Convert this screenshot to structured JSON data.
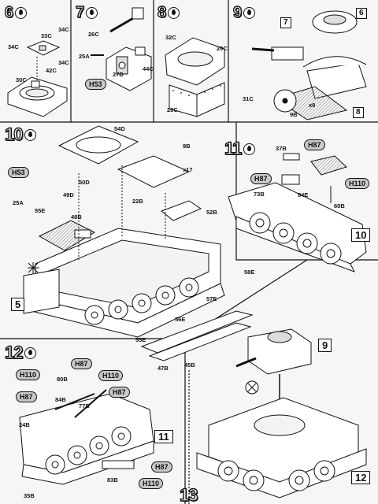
{
  "steps": [
    {
      "number": "6"
    },
    {
      "number": "7"
    },
    {
      "number": "8"
    },
    {
      "number": "9"
    },
    {
      "number": "10"
    },
    {
      "number": "11"
    },
    {
      "number": "12"
    },
    {
      "number": "13"
    }
  ],
  "step6": {
    "parts": [
      "34C",
      "33C",
      "34C",
      "30C",
      "42C",
      "34C"
    ]
  },
  "step7": {
    "parts": [
      "26C",
      "25A",
      "27D",
      "44C"
    ],
    "paint": "H53"
  },
  "step8": {
    "parts": [
      "32C",
      "29C",
      "28C",
      "31C"
    ]
  },
  "step9": {
    "parts": [
      "7",
      "6",
      "9B",
      "x8",
      "8"
    ]
  },
  "step10": {
    "parts": [
      "54D",
      "9B",
      "x17",
      "50D",
      "49D",
      "25A",
      "55E",
      "22B",
      "48B",
      "52B",
      "5",
      "58E",
      "57E",
      "56E",
      "55E",
      "47B",
      "45B"
    ],
    "paint": "H53"
  },
  "step11": {
    "parts": [
      "37B",
      "73B",
      "84E",
      "60B",
      "10"
    ],
    "paints": [
      "H87",
      "H87",
      "H110"
    ]
  },
  "step12": {
    "parts": [
      "80B",
      "84B",
      "77B",
      "24B",
      "83B",
      "35B",
      "11"
    ],
    "paints": [
      "H110",
      "H87",
      "H87",
      "H110",
      "H87",
      "H87",
      "H110"
    ]
  },
  "step13": {
    "parts": [
      "9",
      "12"
    ]
  }
}
